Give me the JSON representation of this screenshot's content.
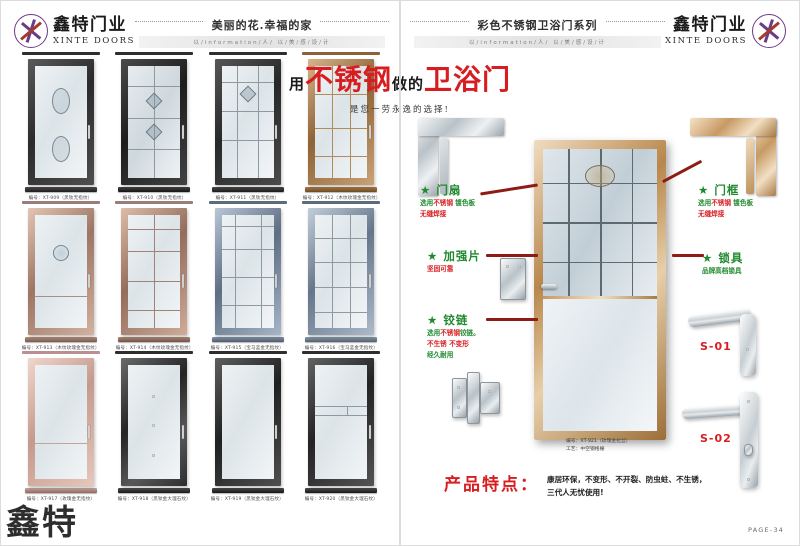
{
  "brand": {
    "cn": "鑫特门业",
    "en": "XINTE DOORS"
  },
  "header": {
    "left": {
      "title": "美丽的花.幸福的家",
      "sub": "以/information/人/ 以/美/感/设/计"
    },
    "right": {
      "title": "彩色不锈钢卫浴门系列",
      "sub": "以/information/人/ 以/美/感/设/计"
    }
  },
  "left_page": {
    "doors": [
      {
        "code": "编号：XT-909（黑钛无指纹）",
        "style": "dark",
        "glass": "frost-oval"
      },
      {
        "code": "编号：XT-910（黑钛无指纹）",
        "style": "dark",
        "glass": "lattice-diamond"
      },
      {
        "code": "编号：XT-911（黑钛无指纹）",
        "style": "dark",
        "glass": "lattice-cross"
      },
      {
        "code": "编号：XT-912（木纹玫瑰金无指纹）",
        "style": "gold",
        "glass": "lattice-grid"
      },
      {
        "code": "编号：XT-913（木纹玫瑰金无指纹）",
        "style": "rose",
        "glass": "frost-flower"
      },
      {
        "code": "编号：XT-914（木纹玫瑰金无指纹）",
        "style": "rose",
        "glass": "lattice-panel"
      },
      {
        "code": "编号：XT-915（宝马蓝金无指纹）",
        "style": "blue",
        "glass": "lattice-double"
      },
      {
        "code": "编号：XT-916（宝马蓝金无指纹）",
        "style": "blue",
        "glass": "grid-3x4"
      },
      {
        "code": "编号：XT-917（玫瑰金无指纹）",
        "style": "rose",
        "glass": "frost-plain"
      },
      {
        "code": "编号：XT-918（黑钛金大理石纹）",
        "style": "marble",
        "glass": "frost-dots"
      },
      {
        "code": "编号：XT-919（黑钛金大理石纹）",
        "style": "dark",
        "glass": "frost-plain"
      },
      {
        "code": "编号：XT-920（黑钛金大理石纹）",
        "style": "dark",
        "glass": "frost-bars"
      }
    ]
  },
  "right_page": {
    "title_parts": {
      "pre": "用",
      "red1": "不锈钢",
      "mid": "做的",
      "red2": "卫浴门"
    },
    "subtitle": "是您一劳永逸的选择!",
    "callouts": [
      {
        "head": "★ 门扇",
        "lines": [
          {
            "a": "选用",
            "k": "不锈钢",
            "b": " 镀色板"
          },
          {
            "a": "",
            "k": "无缝焊接",
            "b": ""
          }
        ]
      },
      {
        "head": "★ 门框",
        "lines": [
          {
            "a": "选用",
            "k": "不锈钢",
            "b": " 镀色板"
          },
          {
            "a": "",
            "k": "无缝焊接",
            "b": ""
          }
        ]
      },
      {
        "head": "★ 加强片",
        "lines": [
          {
            "a": "",
            "k": "坚固可靠",
            "b": ""
          }
        ]
      },
      {
        "head": "★ 锁具",
        "lines": [
          {
            "a": "品牌高档锁具",
            "k": "",
            "b": ""
          }
        ]
      },
      {
        "head": "★ 铰链",
        "lines": [
          {
            "a": "选用",
            "k": "不锈钢",
            "b": "铰链。"
          },
          {
            "a": "",
            "k": "不生锈 不变形",
            "b": ""
          },
          {
            "a": "经久耐用",
            "k": "",
            "b": ""
          }
        ]
      }
    ],
    "hero_door": {
      "code": "编号：XT-921（玫瑰金拉丝）",
      "craft": "工艺：中空钢格栅"
    },
    "handles": [
      {
        "code": "S-01"
      },
      {
        "code": "S-02"
      }
    ],
    "feature": {
      "title": "产品特点：",
      "line1": "康居环保，不变形、不开裂、防虫蛀、不生锈，",
      "line2": "三代人无忧使用!"
    },
    "page_number": "PAGE-34"
  },
  "watermark": "鑫特",
  "colors": {
    "brand_purple": "#6b3c86",
    "accent_red": "#d81d20",
    "callout_green": "#1f8a2e",
    "leader_dark_red": "#8d1d14"
  }
}
